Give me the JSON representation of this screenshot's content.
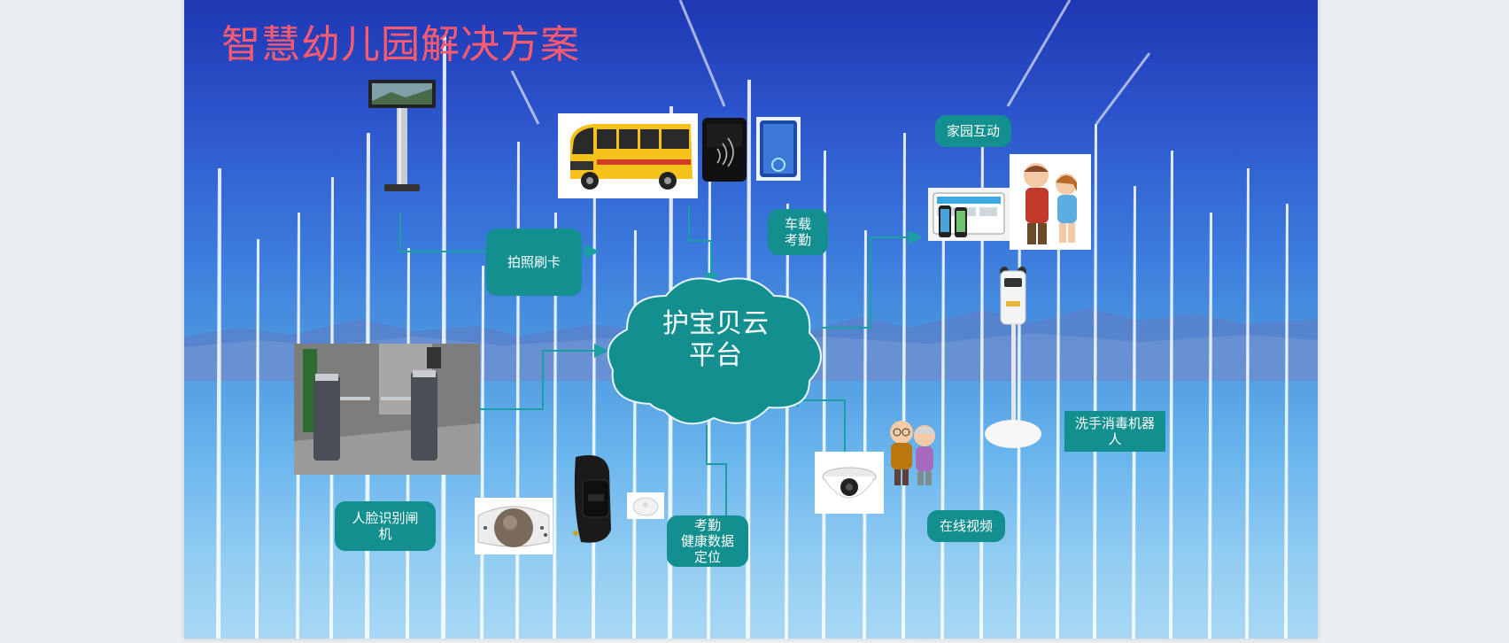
{
  "slide": {
    "title": "智慧幼儿园解决方案",
    "hub": "护宝贝云\n平台",
    "labels": {
      "photo_card": "拍照刷卡",
      "bus_attendance": "车载\n考勤",
      "home_school": "家园互动",
      "face_gate": "人脸识别闸\n机",
      "wearable": "考勤\n健康数据\n定位",
      "online_video": "在线视频",
      "hand_robot": "洗手消毒机器\n人"
    },
    "icons": {
      "kiosk": "kiosk-icon",
      "bus": "school-bus-icon",
      "card_reader": "card-reader-icon",
      "reader_panel": "reader-panel-icon",
      "tablet_app": "tablet-app-icon",
      "parents": "parents-icon",
      "robot": "disinfection-robot-icon",
      "camera": "dome-camera-icon",
      "grandparents": "grandparents-icon",
      "gate": "turnstile-gate-icon",
      "band_cuff": "wrist-cuff-icon",
      "smart_band": "smart-band-icon",
      "beacon": "beacon-icon"
    },
    "colors": {
      "title": "#ff5a6e",
      "label_bg": "#138f8f",
      "cloud": "#138f8f",
      "connector": "#1aa0a0"
    }
  }
}
